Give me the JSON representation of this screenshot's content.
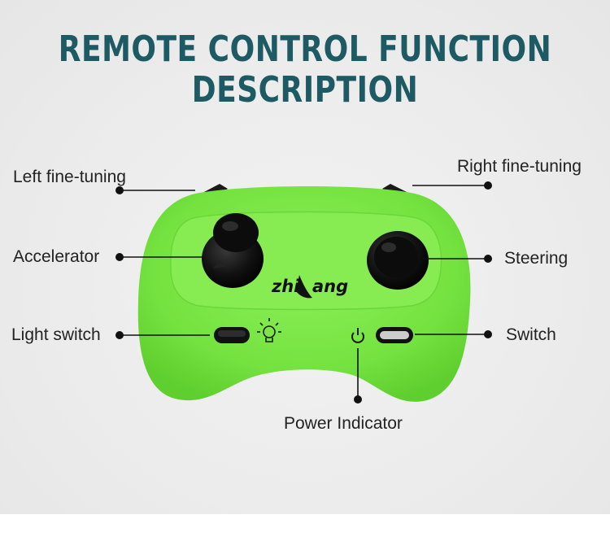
{
  "title": "REMOTE CONTROL FUNCTION DESCRIPTION",
  "brand_logo": "zhiyang",
  "labels": {
    "left_fine_tuning": "Left fine-tuning",
    "right_fine_tuning": "Right fine-tuning",
    "accelerator": "Accelerator",
    "steering": "Steering",
    "light_switch": "Light switch",
    "switch": "Switch",
    "power_indicator": "Power Indicator"
  },
  "colors": {
    "title": "#1e5a64",
    "controller_body": "#7ee84a",
    "background": "#ececec"
  },
  "icons": [
    "bulb-icon",
    "power-icon"
  ]
}
